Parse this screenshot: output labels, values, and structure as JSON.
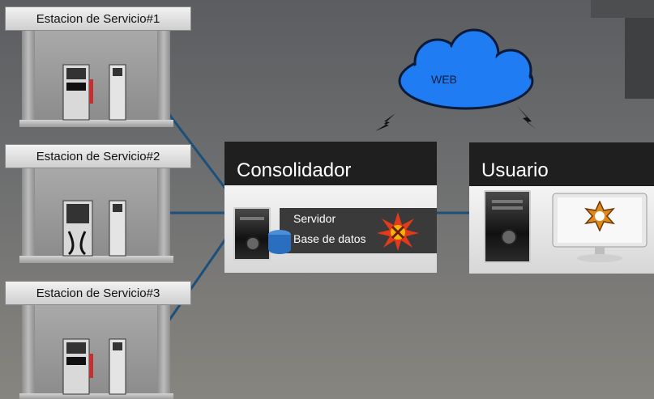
{
  "stations": [
    {
      "label": "Estacion de Servicio#1"
    },
    {
      "label": "Estacion de Servicio#2"
    },
    {
      "label": "Estacion de Servicio#3"
    }
  ],
  "cloud": {
    "label": "WEB"
  },
  "consolidador": {
    "title": "Consolidador",
    "rows": [
      "Servidor",
      "Base de datos"
    ]
  },
  "usuario": {
    "title": "Usuario"
  },
  "colors": {
    "link": "#1c4f79",
    "cloud": "#1f7cf2",
    "card_head": "#1f1f1f"
  }
}
